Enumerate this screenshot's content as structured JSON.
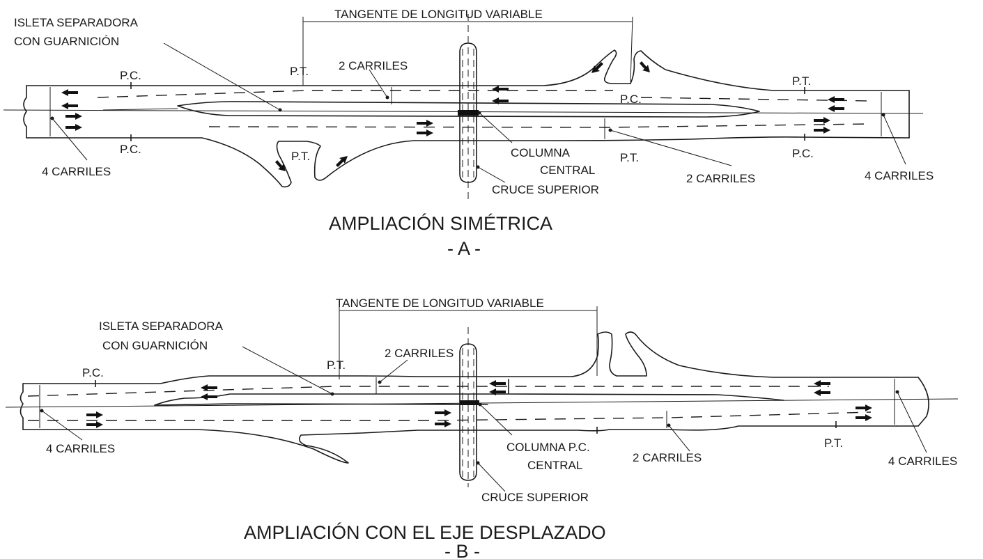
{
  "diagram_a": {
    "title": "AMPLIACIÓN SIMÉTRICA",
    "subtitle": "- A -",
    "tangent_label": "TANGENTE DE LONGITUD VARIABLE",
    "island_label_1": "ISLETA SEPARADORA",
    "island_label_2": "CON GUARNICIÓN",
    "lanes_2": "2 CARRILES",
    "lanes_4": "4 CARRILES",
    "pc": "P.C.",
    "pt": "P.T.",
    "pt_alt": "P.T.",
    "column_label_1": "COLUMNA",
    "column_label_2": "CENTRAL",
    "overpass_label": "CRUCE SUPERIOR"
  },
  "diagram_b": {
    "title": "AMPLIACIÓN CON EL EJE DESPLAZADO",
    "subtitle": "- B -",
    "tangent_label": "TANGENTE DE LONGITUD VARIABLE",
    "island_label_1": "ISLETA SEPARADORA",
    "island_label_2": "CON GUARNICIÓN",
    "lanes_2": "2 CARRILES",
    "lanes_4": "4 CARRILES",
    "pc": "P.C.",
    "pt": "P.T.",
    "column_label_1": "COLUMNA P.C.",
    "column_label_2": "CENTRAL",
    "overpass_label": "CRUCE SUPERIOR"
  }
}
